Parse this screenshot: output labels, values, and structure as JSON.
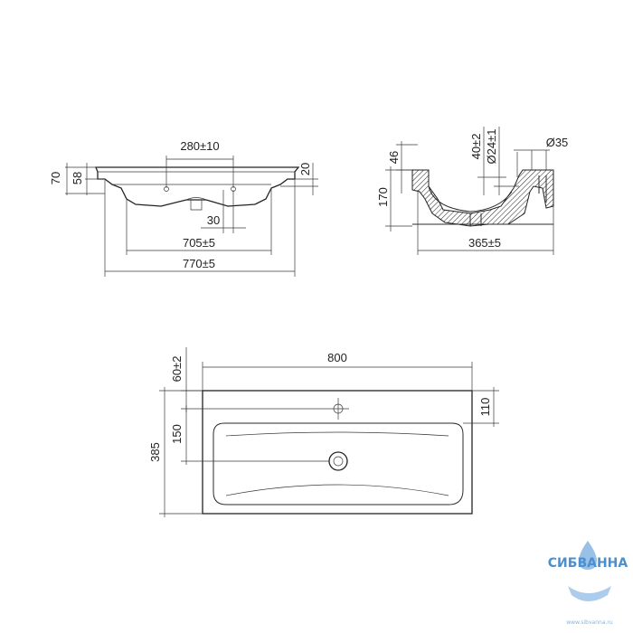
{
  "front_view": {
    "dim_280": "280±10",
    "dim_70": "70",
    "dim_58": "58",
    "dim_20": "20",
    "dim_30": "30",
    "dim_705": "705±5",
    "dim_770": "770±5"
  },
  "side_view": {
    "dim_46": "46",
    "dim_40": "40±2",
    "dim_d24": "Ø24±1",
    "dim_d35": "Ø35",
    "dim_170": "170",
    "dim_365": "365±5"
  },
  "top_view": {
    "dim_800": "800",
    "dim_60": "60±2",
    "dim_110": "110",
    "dim_150": "150",
    "dim_385": "385"
  },
  "logo": {
    "name": "СИБВАННА",
    "url": "www.sibvanna.ru",
    "color": "#4a8fd0"
  }
}
